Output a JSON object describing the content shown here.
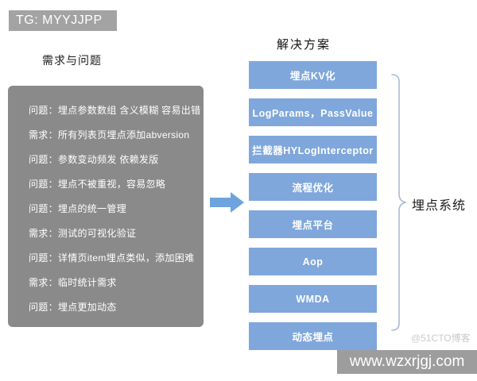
{
  "badge": {
    "label": "TG: MYYJJPP"
  },
  "left_panel": {
    "title": "需求与问题",
    "items": [
      "问题：埋点参数数组 含义模糊 容易出错",
      "需求：所有列表页埋点添加abversion",
      "问题：参数变动频发 依赖发版",
      "问题：埋点不被重视，容易忽略",
      "问题：埋点的统一管理",
      "需求：测试的可视化验证",
      "问题：详情页item埋点类似，添加困难",
      "需求：临时统计需求",
      "问题：埋点更加动态"
    ]
  },
  "solutions": {
    "title": "解决方案",
    "boxes": [
      "埋点KV化",
      "LogParams，PassValue",
      "拦截器HYLogInterceptor",
      "流程优化",
      "埋点平台",
      "Aop",
      "WMDA",
      "动态埋点"
    ]
  },
  "bracket": {
    "label": "埋点系统"
  },
  "watermarks": {
    "cto": "@51CTO博客",
    "site": "www.wzxrjgj.com"
  },
  "colors": {
    "solution_box_blue": "#7fa7db",
    "arrow_blue": "#6ea4de",
    "panel_gray": "#8a8a8a",
    "badge_gray": "#a3a3a3",
    "footer_gray": "#9d9d9d",
    "brace_line": "#a9bcd4",
    "watermark_gray": "#c9cacc"
  }
}
